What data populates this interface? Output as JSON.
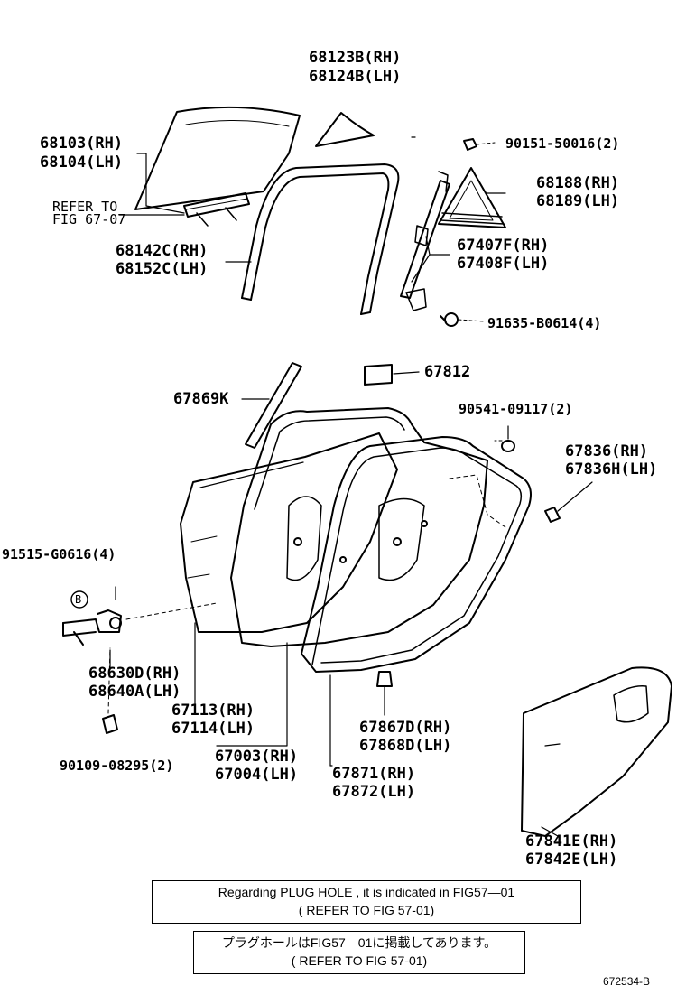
{
  "parts": {
    "p68123_rh": "68123B(RH)",
    "p68124_lh": "68124B(LH)",
    "p68103_rh": "68103(RH)",
    "p68104_lh": "68104(LH)",
    "refer_to": "REFER TO",
    "fig_6707": "FIG 67-07",
    "p90151": "90151-50016(2)",
    "p68188_rh": "68188(RH)",
    "p68189_lh": "68189(LH)",
    "p68142_rh": "68142C(RH)",
    "p68152_lh": "68152C(LH)",
    "p67407_rh": "67407F(RH)",
    "p67408_lh": "67408F(LH)",
    "p91635": "91635-B0614(4)",
    "p67812": "67812",
    "p67869": "67869K",
    "p90541": "90541-09117(2)",
    "p67836_rh": "67836(RH)",
    "p67836h_lh": "67836H(LH)",
    "p91515": "91515-G0616(4)",
    "callout_b": "B",
    "p68630_rh": "68630D(RH)",
    "p68640_lh": "68640A(LH)",
    "p67113_rh": "67113(RH)",
    "p67114_lh": "67114(LH)",
    "p90109": "90109-08295(2)",
    "p67003_rh": "67003(RH)",
    "p67004_lh": "67004(LH)",
    "p67867_rh": "67867D(RH)",
    "p67868_lh": "67868D(LH)",
    "p67871_rh": "67871(RH)",
    "p67872_lh": "67872(LH)",
    "p67841_rh": "67841E(RH)",
    "p67842_lh": "67842E(LH)"
  },
  "notes": {
    "en_line1": "Regarding PLUG HOLE , it is indicated in FIG57—01",
    "en_line2": "( REFER TO FIG 57-01)",
    "jp_line1": "プラグホールはFIG57—01に掲載してあります。",
    "jp_line2": "( REFER TO FIG 57-01)"
  },
  "figure_id": "672534-B"
}
